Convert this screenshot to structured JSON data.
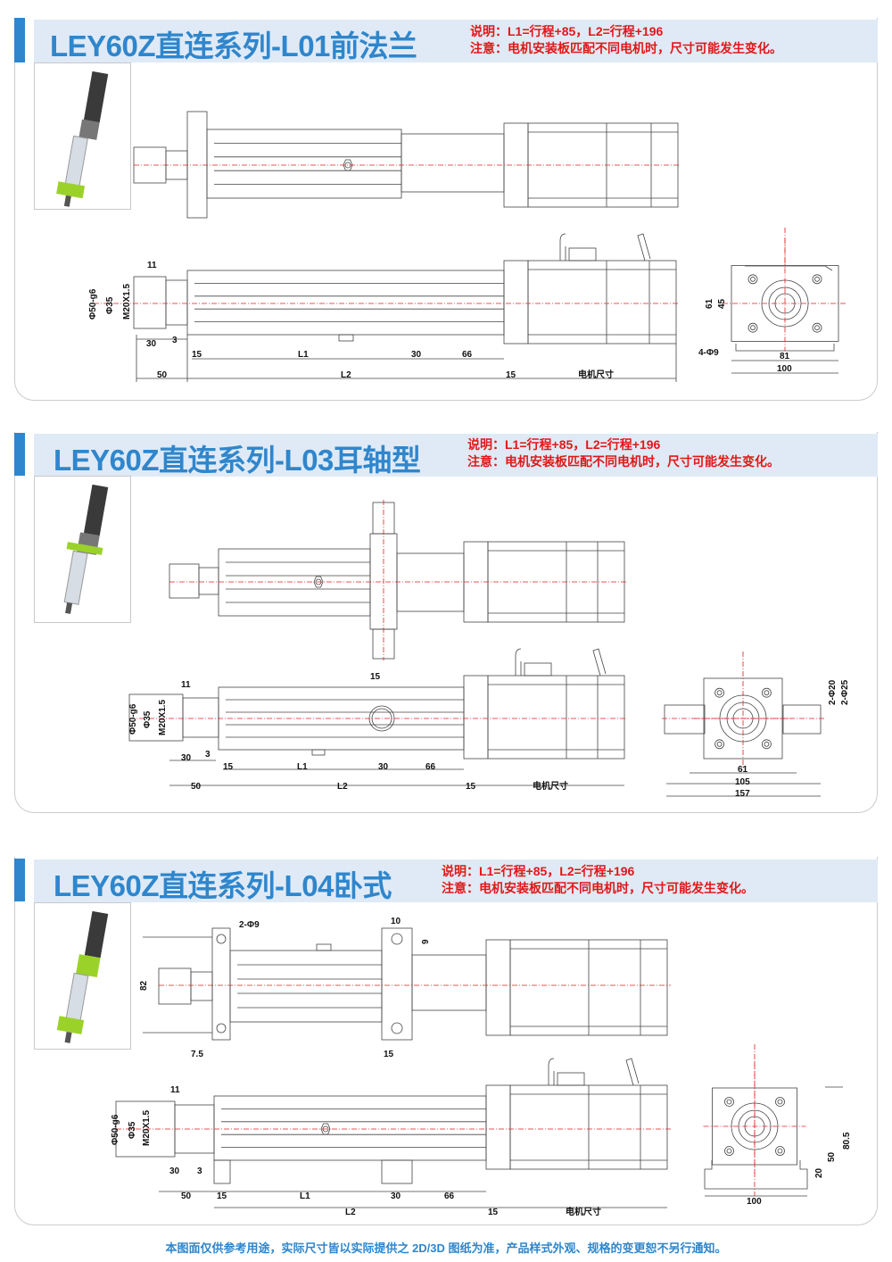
{
  "sections": [
    {
      "title": "LEY60Z直连系列-L01前法兰",
      "note1": "说明：L1=行程+85，L2=行程+196",
      "note2": "注意：电机安装板匹配不同电机时，尺寸可能发生变化。",
      "dims": {
        "d11": "11",
        "phi50": "Φ50-g6",
        "phi35": "Φ35",
        "m20": "M20X1.5",
        "d30a": "30",
        "d3": "3",
        "d15a": "15",
        "l1": "L1",
        "d30b": "30",
        "d66": "66",
        "d50": "50",
        "l2": "L2",
        "d15b": "15",
        "motor": "电机尺寸",
        "e61": "61",
        "e45": "45",
        "holes": "4-Φ9",
        "e81": "81",
        "e100": "100"
      }
    },
    {
      "title": "LEY60Z直连系列-L03耳轴型",
      "note1": "说明：L1=行程+85，L2=行程+196",
      "note2": "注意：电机安装板匹配不同电机时，尺寸可能发生变化。",
      "dims": {
        "d11": "11",
        "d15t": "15",
        "phi50": "Φ50-g6",
        "phi35": "Φ35",
        "m20": "M20X1.5",
        "d30a": "30",
        "d3": "3",
        "d15a": "15",
        "l1": "L1",
        "d30b": "30",
        "d66": "66",
        "d50": "50",
        "l2": "L2",
        "d15b": "15",
        "motor": "电机尺寸",
        "phi20": "2-Φ20",
        "phi25": "2-Φ25",
        "e61": "61",
        "e105": "105",
        "e157": "157"
      }
    },
    {
      "title": "LEY60Z直连系列-L04卧式",
      "note1": "说明：L1=行程+85，L2=行程+196",
      "note2": "注意：电机安装板匹配不同电机时，尺寸可能发生变化。",
      "dims": {
        "holes": "2-Φ9",
        "d10": "10",
        "d9": "9",
        "d82": "82",
        "d75": "7.5",
        "d15t": "15",
        "d11": "11",
        "phi50": "Φ50-g6",
        "phi35": "Φ35",
        "m20": "M20X1.5",
        "d30a": "30",
        "d3": "3",
        "d50": "50",
        "d15a": "15",
        "l1": "L1",
        "d30b": "30",
        "d66": "66",
        "l2": "L2",
        "d15b": "15",
        "motor": "电机尺寸",
        "e100": "100",
        "e20": "20",
        "e50": "50",
        "e805": "80.5"
      }
    }
  ],
  "footer": "本图面仅供参考用途，实际尺寸皆以实际提供之 2D/3D 图纸为准，产品样式外观、规格的变更恕不另行通知。",
  "colors": {
    "accent": "#2f86cc",
    "warning": "#e01818",
    "band": "#dfeaf6",
    "centerline": "#e02020"
  }
}
